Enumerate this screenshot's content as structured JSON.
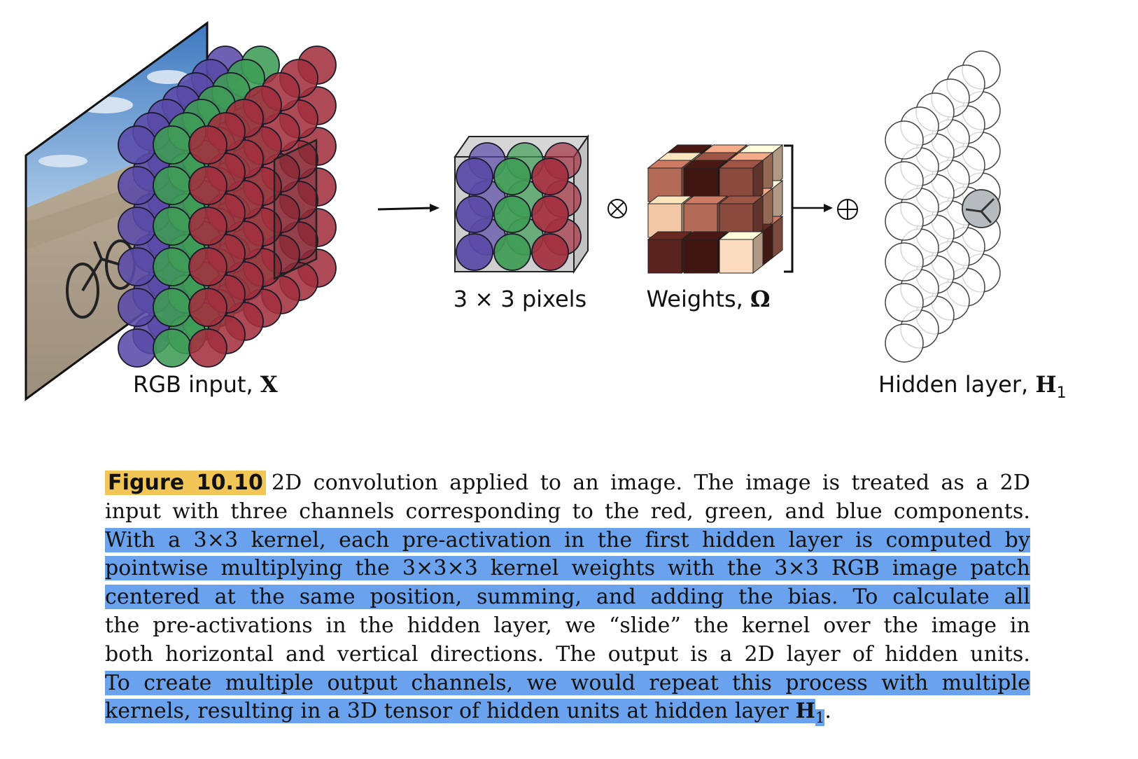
{
  "figure": {
    "labels": {
      "rgb_input_text": "RGB input, ",
      "rgb_input_symbol": "X",
      "pixels_label": "3 × 3 pixels",
      "weights_text": "Weights, ",
      "weights_symbol": "Ω",
      "hidden_text": "Hidden layer, ",
      "hidden_symbol": "H",
      "hidden_subscript": "1",
      "multiply_symbol": "⊗",
      "add_symbol": "⊕"
    },
    "colors": {
      "blue_channel": "#5a4aa8",
      "green_channel": "#3f9c55",
      "red_channel": "#a3303f",
      "sky": "#5d8fc9",
      "ground": "#b9ab96",
      "hidden_unit_stroke": "#444444",
      "active_unit_fill": "#b6bcbd"
    },
    "weights_palette": [
      "#3e1511",
      "#5b231d",
      "#8a4a3d",
      "#b26b57",
      "#d59478",
      "#f2c7a5",
      "#fbdcc0"
    ]
  },
  "caption": {
    "figure_number": "Figure 10.10",
    "lines": [
      [
        {
          "t": "2D convolution applied to an image.  The image is treated as a 2D"
        }
      ],
      [
        {
          "t": "input with three channels corresponding to the red, green, and blue components."
        }
      ],
      [
        {
          "t": "With a 3×3 kernel, each pre-activation in the first hidden layer is computed by",
          "hl": true
        }
      ],
      [
        {
          "t": "pointwise multiplying the 3×3×3 kernel weights with the 3×3 RGB image patch",
          "hl": true
        }
      ],
      [
        {
          "t": "centered at the same position, summing, and adding the bias.",
          "hl": true
        },
        {
          "t": "  To calculate all",
          "hl": true,
          "partial": true
        }
      ],
      [
        {
          "t": "the pre-activations in the hidden layer, we “slide” the kernel over the image in"
        }
      ],
      [
        {
          "t": "both horizontal and vertical directions. The output is a 2D layer of hidden units."
        }
      ],
      [
        {
          "t": "To create multiple output channels, we would repeat this process with multiple",
          "hl": true
        }
      ],
      [
        {
          "t": "kernels, resulting in a 3D tensor of hidden units at hidden layer ",
          "hl": true
        },
        {
          "t": "H",
          "hl": true,
          "bold": true
        },
        {
          "t": "1",
          "hl": true,
          "sub": true
        },
        {
          "t": "."
        }
      ]
    ]
  }
}
